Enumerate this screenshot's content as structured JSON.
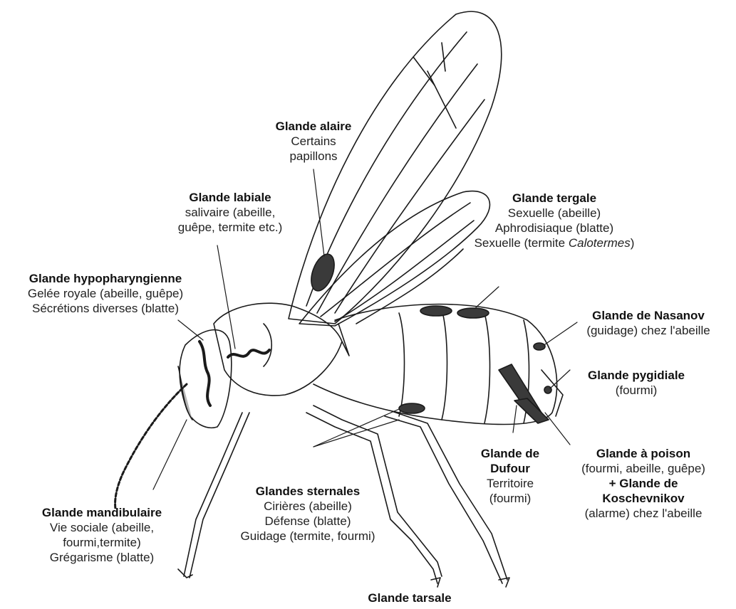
{
  "labels": {
    "alaire": {
      "title": "Glande alaire",
      "lines": [
        "Certains",
        "papillons"
      ]
    },
    "labiale": {
      "title": "Glande labiale",
      "lines": [
        "salivaire (abeille,",
        "guêpe, termite etc.)"
      ]
    },
    "tergale": {
      "title": "Glande tergale",
      "lines": [
        "Sexuelle (abeille)",
        "Aphrodisiaque (blatte)"
      ],
      "line3_prefix": "Sexuelle (termite ",
      "line3_italic": "Calotermes",
      "line3_suffix": ")"
    },
    "hypopharyngienne": {
      "title": "Glande hypopharyngienne",
      "lines": [
        "Gelée royale (abeille, guêpe)",
        "Sécrétions diverses (blatte)"
      ]
    },
    "nasanov": {
      "title": "Glande de Nasanov",
      "lines": [
        "(guidage) chez l'abeille"
      ]
    },
    "pygidiale": {
      "title": "Glande pygidiale",
      "lines": [
        "(fourmi)"
      ]
    },
    "dufour": {
      "title_lines": [
        "Glande de",
        "Dufour"
      ],
      "lines": [
        "Territoire",
        "(fourmi)"
      ]
    },
    "poison": {
      "title": "Glande à poison",
      "lines": [
        "(fourmi, abeille, guêpe)"
      ],
      "title2_lines": [
        "+ Glande de",
        "Koschevnikov"
      ],
      "lines2": [
        "(alarme) chez l'abeille"
      ]
    },
    "sternales": {
      "title": "Glandes sternales",
      "lines": [
        "Cirières (abeille)",
        "Défense (blatte)",
        "Guidage (termite, fourmi)"
      ]
    },
    "mandibulaire": {
      "title": "Glande mandibulaire",
      "lines": [
        "Vie sociale (abeille,",
        "fourmi,termite)",
        "Grégarisme (blatte)"
      ]
    },
    "tarsale": {
      "title": "Glande tarsale"
    }
  },
  "colors": {
    "ink": "#1a1a1a",
    "gland": "#3a3a3a",
    "mandible_gland": "#b5b5b5"
  }
}
